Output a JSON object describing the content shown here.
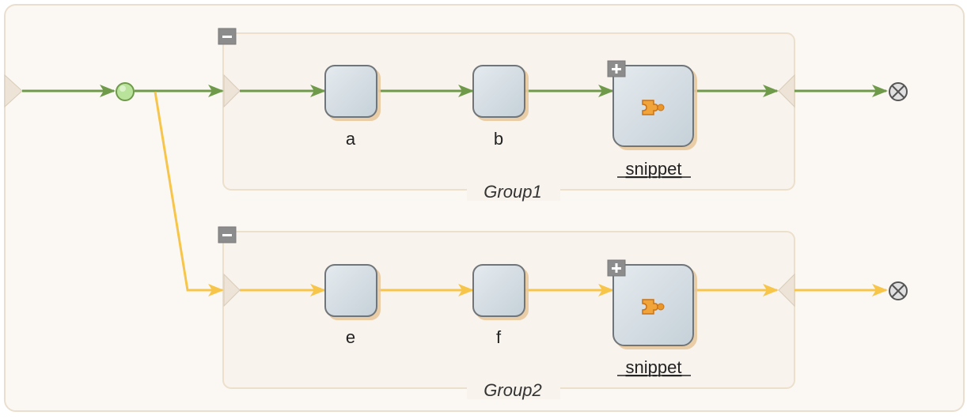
{
  "diagram": {
    "groups": [
      {
        "label": "Group1",
        "collapse_icon": "minus-icon",
        "nodes": [
          {
            "label": "a"
          },
          {
            "label": "b"
          },
          {
            "label": "snippet",
            "icon": "snippet-icon",
            "expand_icon": "plus-icon"
          }
        ]
      },
      {
        "label": "Group2",
        "collapse_icon": "minus-icon",
        "nodes": [
          {
            "label": "e"
          },
          {
            "label": "f"
          },
          {
            "label": "snippet",
            "icon": "snippet-icon",
            "expand_icon": "plus-icon"
          }
        ]
      }
    ],
    "colors": {
      "background": "#fbf8f4",
      "border": "#eadfcf",
      "group_fill": "#f8f3ec",
      "group_border": "#ece0cd",
      "flow_green": "#6f9a4a",
      "flow_yellow": "#f6c54a",
      "node_fill": "#d7e0e6",
      "node_border": "#6f7479",
      "start_node": "#b9e29b",
      "snippet_orange": "#e9962b"
    },
    "start_icon": "start-circle-icon",
    "end_icon": "end-terminator-icon",
    "port_icon": "port-triangle-icon"
  }
}
